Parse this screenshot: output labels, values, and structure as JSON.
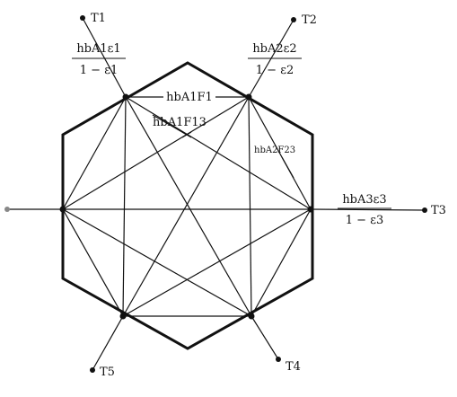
{
  "terminals": {
    "t1": "T1",
    "t2": "T2",
    "t3": "T3",
    "t4": "T4",
    "t5": "T5"
  },
  "resistances": {
    "surface_1": {
      "numer": "hbA1ε1",
      "denom": "1 − ε1"
    },
    "surface_2": {
      "numer": "hbA2ε2",
      "denom": "1 − ε2"
    },
    "surface_3": {
      "numer": "hbA3ε3",
      "denom": "1 − ε3"
    },
    "space_12": "hbA1F1",
    "space_13": "hbA1F13",
    "space_23": "hbA2F23"
  }
}
